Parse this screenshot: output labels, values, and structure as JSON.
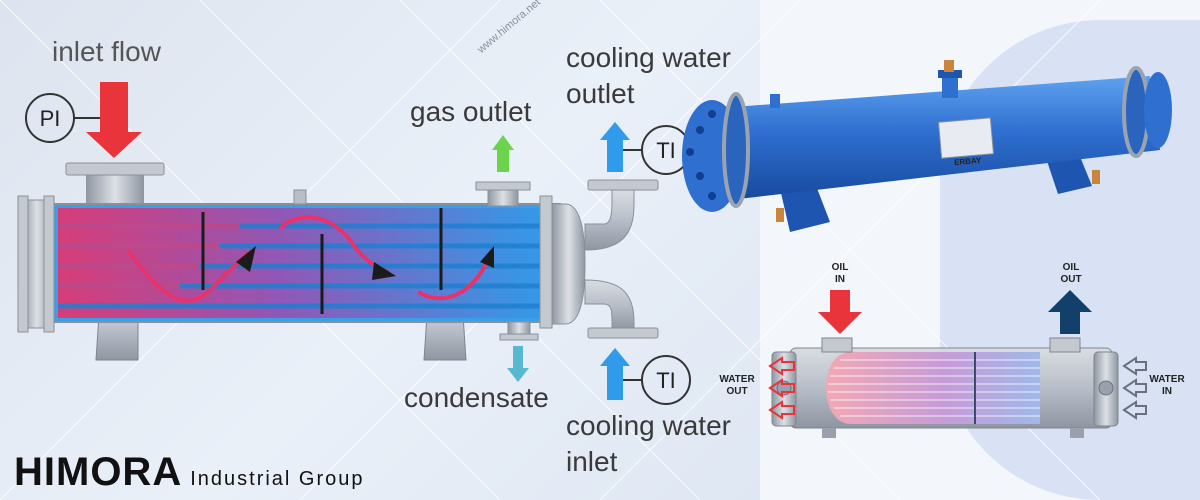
{
  "labels": {
    "inlet_flow": "inlet flow",
    "gas_outlet": "gas outlet",
    "cooling_water_outlet_line1": "cooling water",
    "cooling_water_outlet_line2": "outlet",
    "cooling_water_inlet_line1": "cooling water",
    "cooling_water_inlet_line2": "inlet",
    "condensate": "condensate",
    "pi_badge": "PI",
    "ti_badge_top": "TI",
    "ti_badge_bottom": "TI"
  },
  "nameplate": "ERBAY",
  "oil_diagram": {
    "oil_in_line1": "OIL",
    "oil_in_line2": "IN",
    "oil_out_line1": "OIL",
    "oil_out_line2": "OUT",
    "water_out_line1": "WATER",
    "water_out_line2": "OUT",
    "water_in_line1": "WATER",
    "water_in_line2": "IN"
  },
  "brand": {
    "name": "HIMORA",
    "subtitle": "Industrial Group"
  },
  "watermark": "www.himora.net",
  "colors": {
    "hot_pink": "#e8326b",
    "cool_blue": "#2f9bea",
    "arrow_red": "#e8343a",
    "arrow_green": "#6cd44a",
    "arrow_teal": "#57b9cf",
    "arrow_navy": "#13406b",
    "body_blue": "#2f6fd0"
  }
}
